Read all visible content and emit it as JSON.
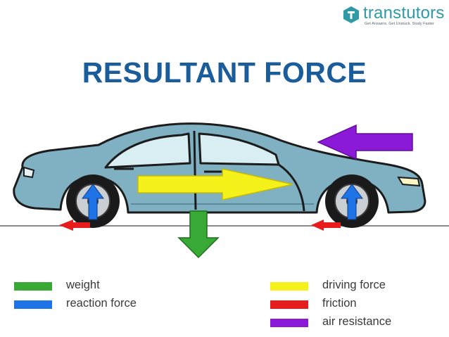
{
  "logo": {
    "name": "transtutors",
    "tagline": "Get Answers. Get Unstuck. Study Faster",
    "color": "#2f9aa6"
  },
  "title": "RESULTANT FORCE",
  "legend": {
    "left": [
      {
        "label": "weight",
        "color": "#39a935"
      },
      {
        "label": "reaction force",
        "color": "#1e73e6"
      }
    ],
    "right": [
      {
        "label": "driving force",
        "color": "#f4f21a"
      },
      {
        "label": "friction",
        "color": "#e81c1c"
      },
      {
        "label": "air resistance",
        "color": "#8b19d8"
      }
    ]
  },
  "colors": {
    "car_body": "#7fb1c3",
    "car_outline": "#1c1c1c",
    "window": "#d9eef3",
    "ground": "#8a8a8a"
  }
}
